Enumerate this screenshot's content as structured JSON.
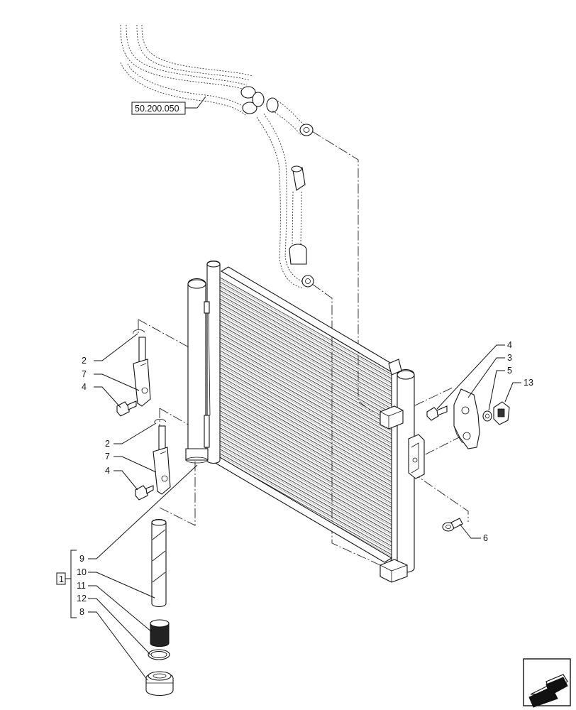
{
  "reference": {
    "text": "50.200.050"
  },
  "kit_box": {
    "text": "1"
  },
  "callouts": {
    "c2a": "2",
    "c7a": "7",
    "c4a": "4",
    "c2b": "2",
    "c7b": "7",
    "c4b": "4",
    "c9": "9",
    "c10": "10",
    "c11": "11",
    "c12": "12",
    "c8": "8",
    "r4": "4",
    "r3": "3",
    "r5": "5",
    "r13": "13",
    "r6": "6"
  },
  "icons": {
    "nav": "arrow-left-icon"
  }
}
